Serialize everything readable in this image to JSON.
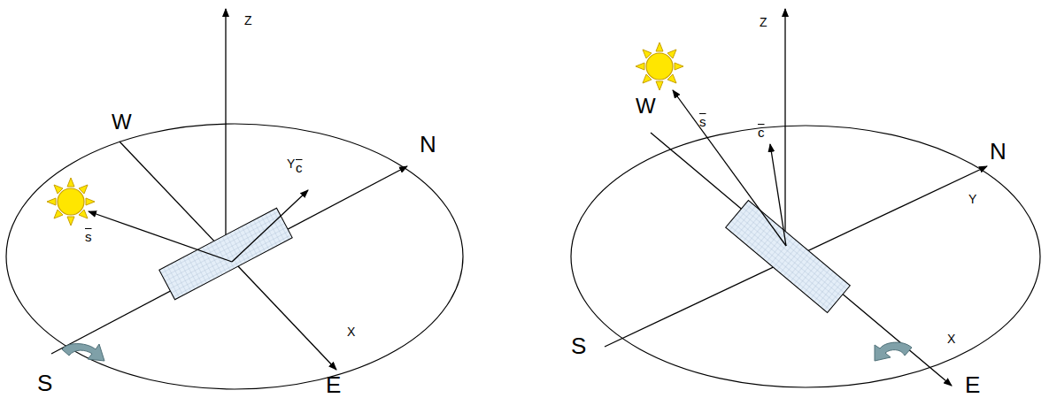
{
  "diagram": {
    "labels": [
      "Z",
      "W",
      "c",
      "Y",
      "N",
      "s",
      "S",
      "X",
      "E",
      "Z",
      "s",
      "W",
      "c",
      "N",
      "Y",
      "S",
      "X",
      "E"
    ]
  }
}
